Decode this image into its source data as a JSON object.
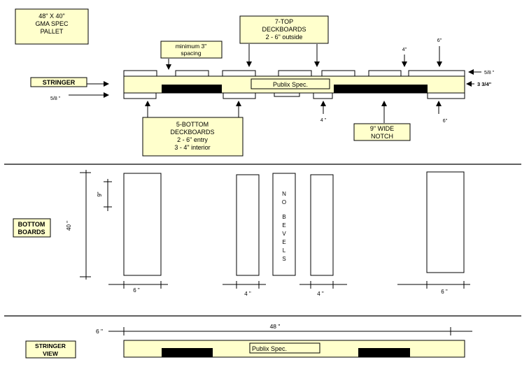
{
  "labels": {
    "pallet_spec": [
      "48\" X 40\"",
      "GMA SPEC",
      "PALLET"
    ],
    "top_deckboards": [
      "7-TOP",
      "DECKBOARDS",
      "2 - 6\" outside"
    ],
    "min_spacing": [
      "minimum 3\"",
      "spacing"
    ],
    "stringer": "STRINGER",
    "publix_spec": "Publix Spec.",
    "bottom_deckboards": [
      "5-BOTTOM",
      "DECKBOARDS",
      "2 - 6\" entry",
      "3 - 4\" interior"
    ],
    "notch": [
      "9\" WIDE",
      "NOTCH"
    ],
    "bottom_boards": [
      "BOTTOM",
      "BOARDS"
    ],
    "no_bevels": [
      "N",
      "O",
      "B",
      "E",
      "V",
      "E",
      "L",
      "S"
    ],
    "stringer_view": [
      "STRINGER",
      "VIEW"
    ]
  },
  "dimensions": {
    "top_4in": "4\"",
    "top_6in": "6\"",
    "five_eighths_top": "5/8  \"",
    "height": "3 3/4\"",
    "five_eighths_left": "5/8 \"",
    "bottom_4in": "4 \"",
    "bottom_6in": "6\"",
    "nine_in": "9\"",
    "forty_in": "40 \"",
    "six_in_left": "6 \"",
    "four_in_a": "4 \"",
    "four_in_b": "4 \"",
    "six_in_right": "6 \"",
    "six_in_sv": "6 \"",
    "forty_eight_in": "48 \""
  }
}
